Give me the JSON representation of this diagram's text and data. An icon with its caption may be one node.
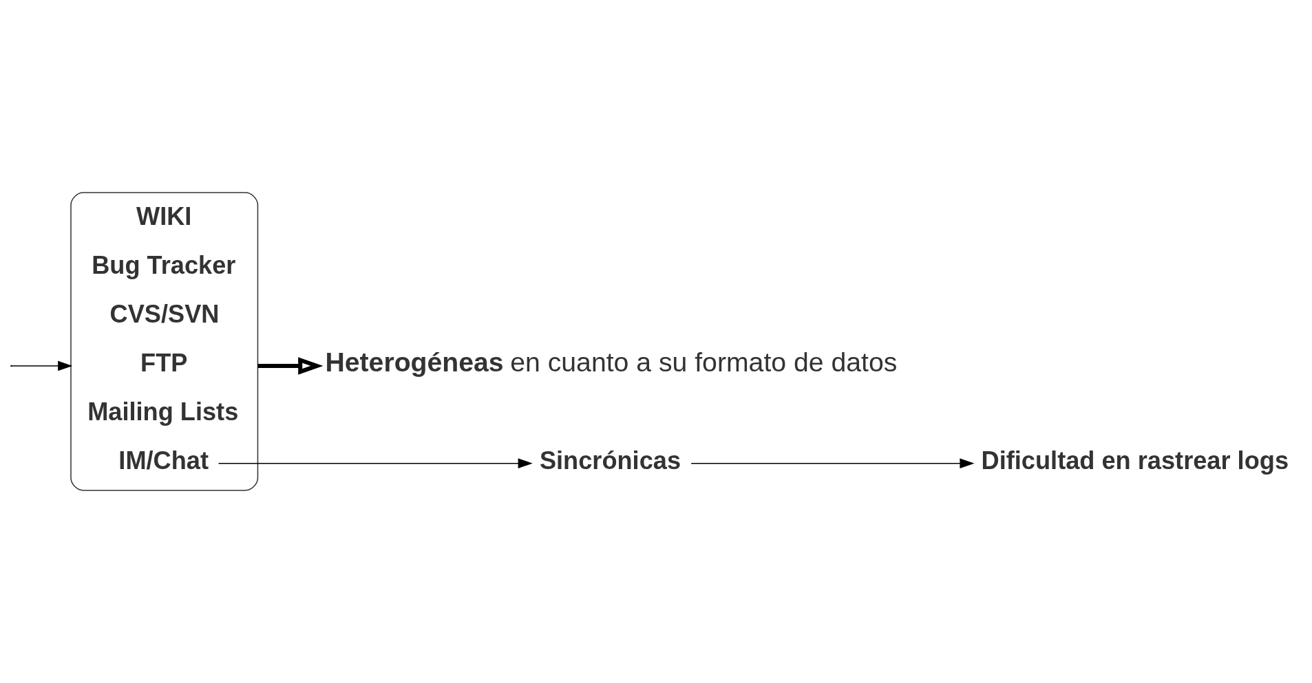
{
  "diagram": {
    "nodes": [
      {
        "text": [],
        "shape": "brace"
      },
      {
        "text": [
          "WIKI"
        ],
        "in": 0
      },
      {
        "text": [
          "Bug Tracker"
        ],
        "in": 0
      },
      {
        "text": [
          "CVS/SVN"
        ],
        "in": 0
      },
      {
        "text": [
          "FTP"
        ],
        "in": 0
      },
      {
        "text": [
          "Mailing Lists"
        ],
        "in": 0
      },
      {
        "text": [
          "IM/Chat"
        ],
        "in": 0
      },
      {
        "text": [
          "**Heterogéneas** en cuanto a su formato de datos"
        ]
      },
      {
        "text": [
          "Sincrónicas"
        ]
      },
      {
        "text": [
          "Dificultad en rastrear logs"
        ]
      }
    ],
    "edges": [
      {
        "from": null,
        "to": 0,
        "arrow": "to"
      },
      {
        "from": 0,
        "to": 7,
        "arrow": "to",
        "style": "thick"
      },
      {
        "from": 6,
        "to": 8,
        "arrow": "to"
      },
      {
        "from": 8,
        "to": 9,
        "arrow": "to"
      }
    ]
  }
}
